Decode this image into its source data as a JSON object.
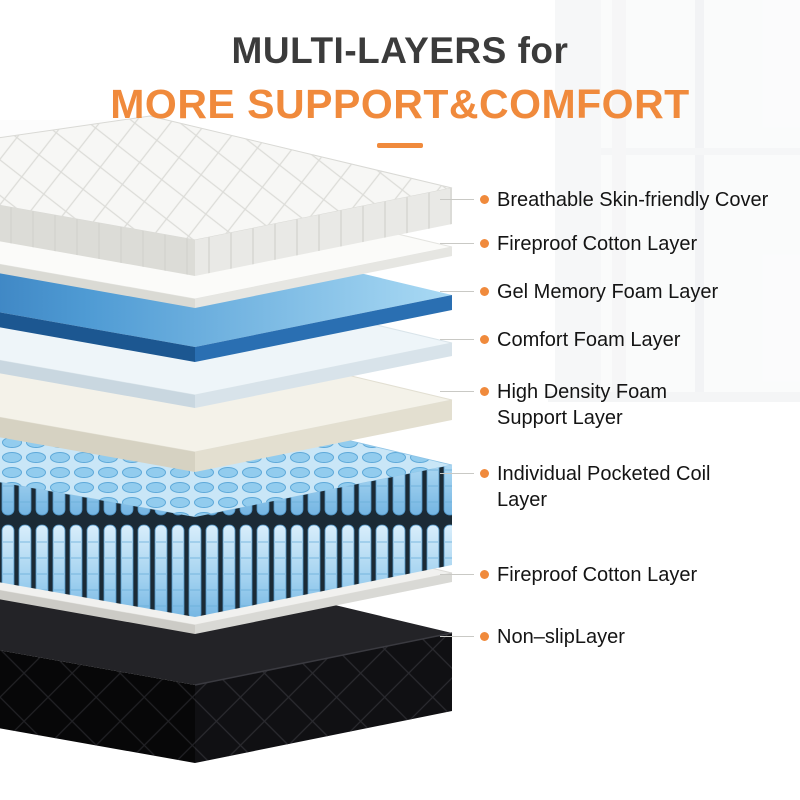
{
  "colors": {
    "accent": "#F08A3C",
    "title_dark": "#3B3B3B",
    "label_text": "#141414",
    "gel_foam_blue": "#2A6FB2",
    "coil_blue": "#9FD0EF",
    "base_black": "#101013"
  },
  "header": {
    "title_line1": "MULTI-LAYERS for",
    "title_line2": "MORE SUPPORT&COMFORT"
  },
  "labels": [
    {
      "text": "Breathable Skin-friendly Cover"
    },
    {
      "text": "Fireproof Cotton Layer"
    },
    {
      "text": "Gel Memory Foam Layer"
    },
    {
      "text": "Comfort Foam Layer"
    },
    {
      "text": "High Density Foam Support Layer"
    },
    {
      "text": "Individual Pocketed Coil Layer"
    },
    {
      "text": "Fireproof Cotton Layer"
    },
    {
      "text": "Non–slipLayer"
    }
  ]
}
